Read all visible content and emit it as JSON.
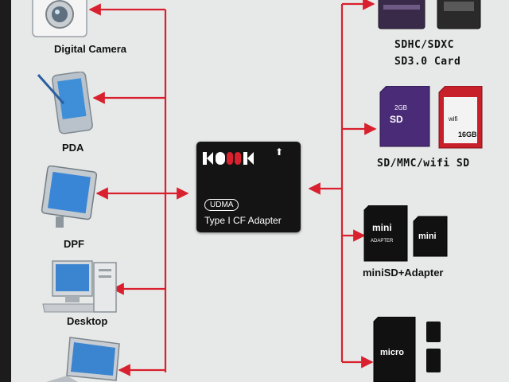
{
  "diagram": {
    "center": {
      "badge": "UDMA",
      "title": "Type I CF Adapter"
    },
    "left_devices": [
      {
        "label": "Digital Camera"
      },
      {
        "label": "PDA"
      },
      {
        "label": "DPF"
      },
      {
        "label": "Desktop"
      }
    ],
    "right_cards": [
      {
        "label_line1": "SDHC/SDXC",
        "label_line2": "SD3.0 Card"
      },
      {
        "label_line1": "SD/MMC/wifi SD",
        "label_line2": ""
      },
      {
        "label_line1": "miniSD+Adapter",
        "label_line2": ""
      }
    ],
    "card_text": {
      "sd_small": "2GB",
      "sd_letters": "SD",
      "wifi_text": "wifi",
      "wifi_size": "16GB",
      "mini": "mini",
      "adapter": "ADAPTER",
      "micro": "micro"
    },
    "colors": {
      "arrow": "#d9202e",
      "background": "#e7e9e8",
      "adapter": "#141414"
    }
  }
}
